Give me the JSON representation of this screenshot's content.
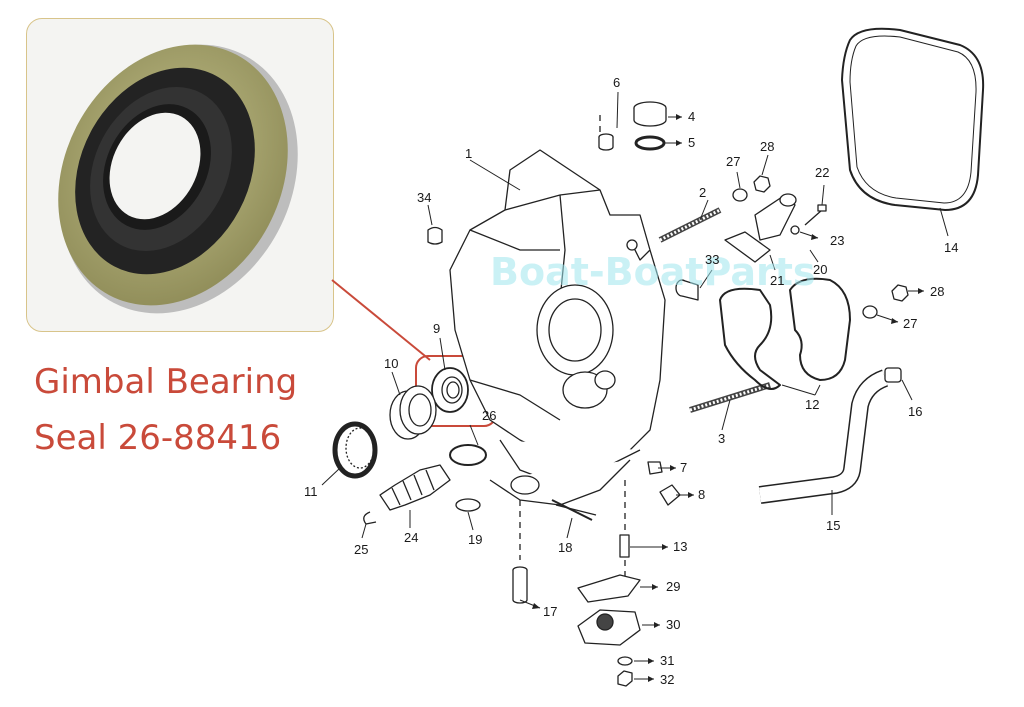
{
  "callout": {
    "line1": "Gimbal Bearing",
    "line2": "Seal 26-88416"
  },
  "watermark": "Boat-BoatParts",
  "colors": {
    "callout_red": "#c94a3a",
    "photo_border": "#d8c48a",
    "seal_outer": "#a9a773",
    "seal_rubber": "#1e1e1e",
    "line": "#222222",
    "watermark": "#9fe6ee"
  },
  "part_numbers": [
    "1",
    "2",
    "3",
    "4",
    "5",
    "6",
    "7",
    "8",
    "9",
    "10",
    "11",
    "12",
    "13",
    "14",
    "15",
    "16",
    "17",
    "18",
    "19",
    "20",
    "21",
    "22",
    "23",
    "24",
    "25",
    "26",
    "27",
    "27",
    "28",
    "28",
    "29",
    "30",
    "31",
    "32",
    "33",
    "34"
  ]
}
